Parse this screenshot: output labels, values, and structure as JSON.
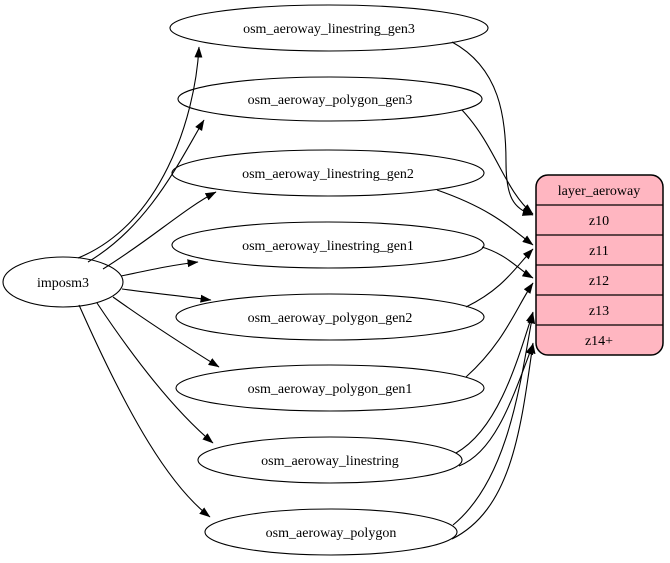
{
  "diagram": {
    "type": "etl-graph",
    "background_color": "#ffffff",
    "edge_color": "#000000",
    "source_node": {
      "label": "imposm3"
    },
    "table_nodes": [
      {
        "label": "osm_aeroway_linestring_gen3"
      },
      {
        "label": "osm_aeroway_polygon_gen3"
      },
      {
        "label": "osm_aeroway_linestring_gen2"
      },
      {
        "label": "osm_aeroway_linestring_gen1"
      },
      {
        "label": "osm_aeroway_polygon_gen2"
      },
      {
        "label": "osm_aeroway_polygon_gen1"
      },
      {
        "label": "osm_aeroway_linestring"
      },
      {
        "label": "osm_aeroway_polygon"
      }
    ],
    "layer_node": {
      "title": "layer_aeroway",
      "rows": [
        {
          "label": "z10"
        },
        {
          "label": "z11"
        },
        {
          "label": "z12"
        },
        {
          "label": "z13"
        },
        {
          "label": "z14+"
        }
      ],
      "fill_color": "#ffb6c1",
      "border_color": "#000000"
    },
    "edges": [
      {
        "from": "imposm3",
        "to": "osm_aeroway_linestring_gen3"
      },
      {
        "from": "imposm3",
        "to": "osm_aeroway_polygon_gen3"
      },
      {
        "from": "imposm3",
        "to": "osm_aeroway_linestring_gen2"
      },
      {
        "from": "imposm3",
        "to": "osm_aeroway_linestring_gen1"
      },
      {
        "from": "imposm3",
        "to": "osm_aeroway_polygon_gen2"
      },
      {
        "from": "imposm3",
        "to": "osm_aeroway_polygon_gen1"
      },
      {
        "from": "imposm3",
        "to": "osm_aeroway_linestring"
      },
      {
        "from": "imposm3",
        "to": "osm_aeroway_polygon"
      },
      {
        "from": "osm_aeroway_linestring_gen3",
        "to": "layer_aeroway",
        "port": "z10"
      },
      {
        "from": "osm_aeroway_polygon_gen3",
        "to": "layer_aeroway",
        "port": "z10"
      },
      {
        "from": "osm_aeroway_linestring_gen2",
        "to": "layer_aeroway",
        "port": "z11"
      },
      {
        "from": "osm_aeroway_polygon_gen2",
        "to": "layer_aeroway",
        "port": "z11"
      },
      {
        "from": "osm_aeroway_linestring_gen1",
        "to": "layer_aeroway",
        "port": "z12"
      },
      {
        "from": "osm_aeroway_polygon_gen1",
        "to": "layer_aeroway",
        "port": "z12"
      },
      {
        "from": "osm_aeroway_linestring",
        "to": "layer_aeroway",
        "port": "z13"
      },
      {
        "from": "osm_aeroway_polygon",
        "to": "layer_aeroway",
        "port": "z13"
      },
      {
        "from": "osm_aeroway_linestring",
        "to": "layer_aeroway",
        "port": "z14+"
      },
      {
        "from": "osm_aeroway_polygon",
        "to": "layer_aeroway",
        "port": "z14+"
      }
    ]
  }
}
